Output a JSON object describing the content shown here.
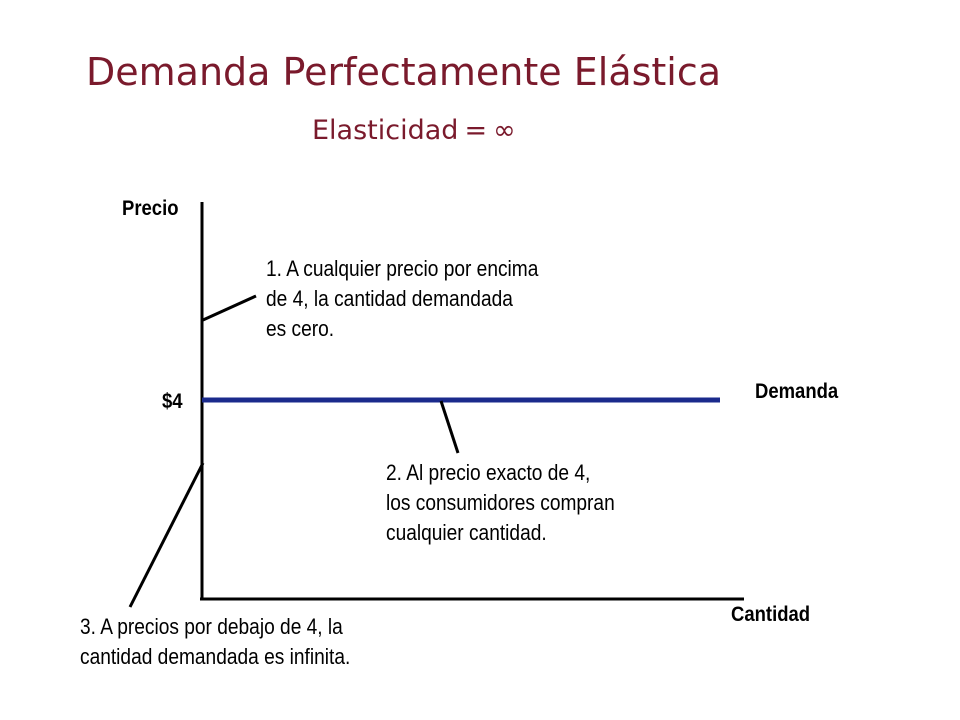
{
  "header": {
    "title": "Demanda Perfectamente Elástica",
    "subtitle_prefix": "Elasticidad",
    "subtitle_equals": "=",
    "subtitle_symbol": "∞"
  },
  "colors": {
    "title": "#7a1a2c",
    "demand_line": "#1a2a8c",
    "axis": "#000000"
  },
  "chart_data": {
    "type": "line",
    "title": "Demanda Perfectamente Elástica",
    "subtitle": "Elasticidad = ∞",
    "xlabel": "Cantidad",
    "ylabel": "Precio",
    "grid": false,
    "y_ticks": [
      {
        "value": 4,
        "label": "$4"
      }
    ],
    "series": [
      {
        "name": "Demanda",
        "price": 4,
        "shape": "horizontal"
      }
    ],
    "annotations": [
      {
        "id": "above",
        "lines": [
          "1. A cualquier precio por encima",
          "de 4, la cantidad demandada",
          "es cero."
        ]
      },
      {
        "id": "at",
        "lines": [
          "2. Al precio exacto de 4,",
          "los consumidores compran",
          "cualquier cantidad."
        ]
      },
      {
        "id": "below",
        "lines": [
          "3. A precios por debajo de 4, la",
          "cantidad demandada es infinita."
        ]
      }
    ]
  }
}
